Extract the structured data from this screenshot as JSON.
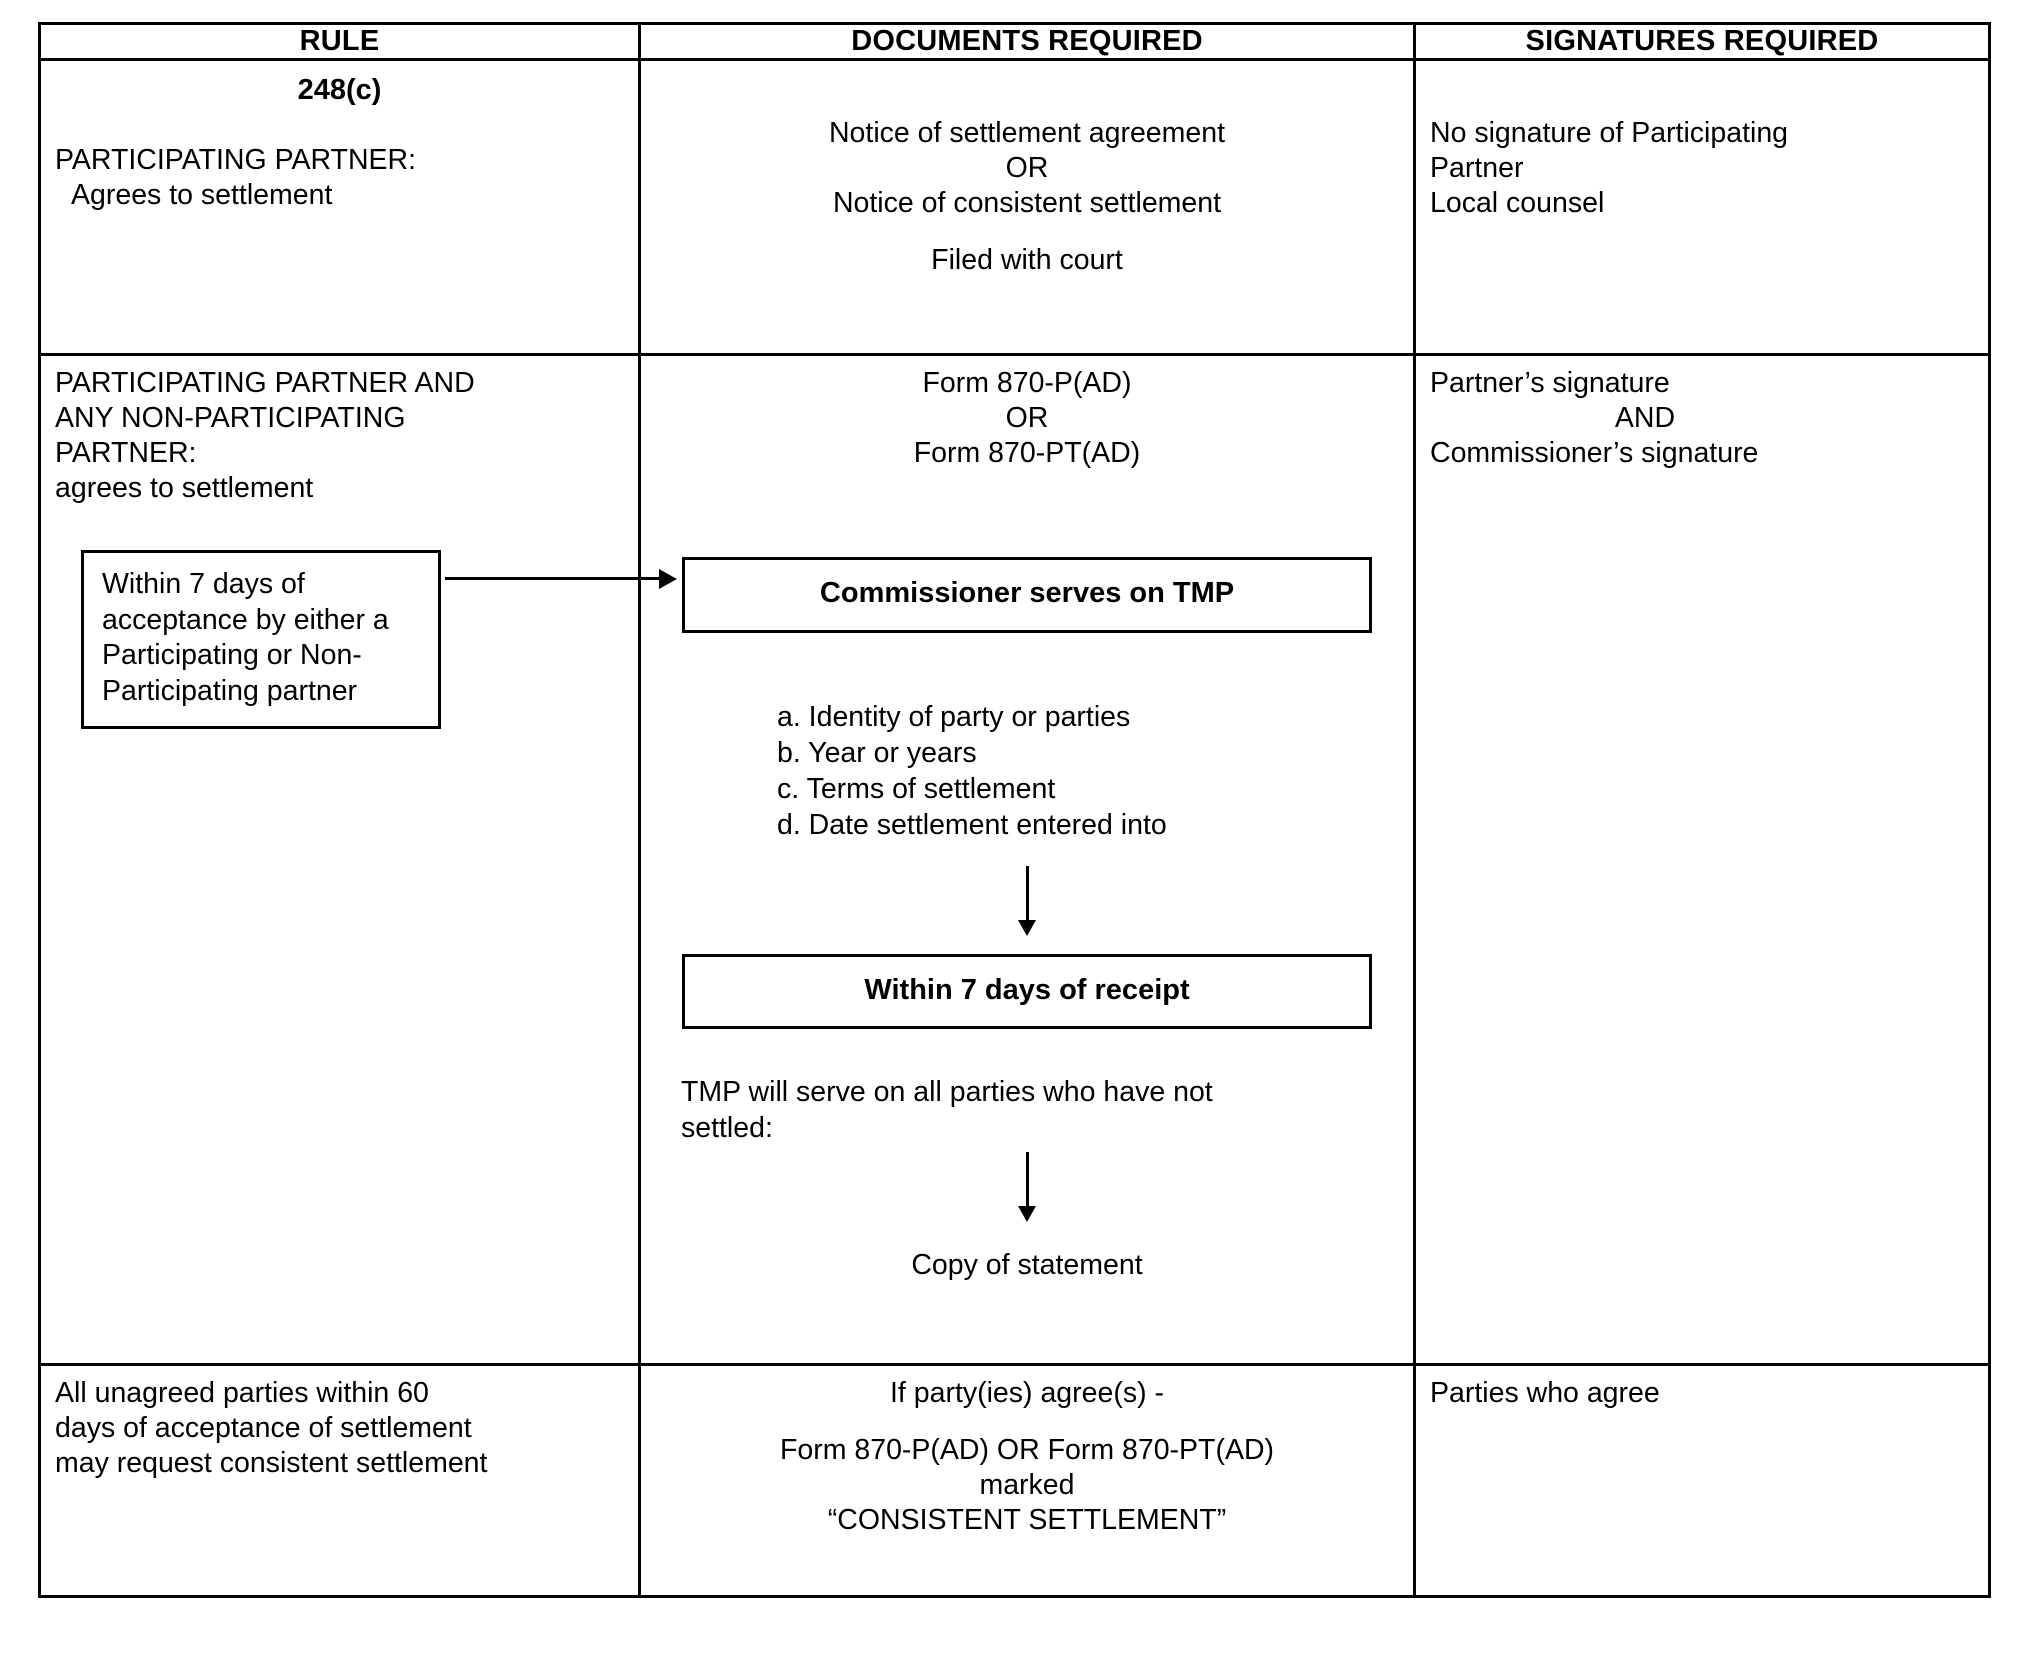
{
  "table": {
    "headers": {
      "rule": "RULE",
      "documents": "DOCUMENTS REQUIRED",
      "signatures": "SIGNATURES REQUIRED"
    },
    "rows": [
      {
        "rule": {
          "number": "248(c)",
          "line1": "PARTICIPATING PARTNER:",
          "line2": "Agrees to settlement"
        },
        "documents": {
          "line1": "Notice of settlement agreement",
          "line2": "OR",
          "line3": "Notice of consistent settlement",
          "line4": "Filed with court"
        },
        "signatures": {
          "line1": "No signature of Participating",
          "line2": "Partner",
          "line3": "Local counsel"
        }
      },
      {
        "rule": {
          "line1": "PARTICIPATING PARTNER AND",
          "line2": "ANY NON-PARTICIPATING",
          "line3": "PARTNER:",
          "line4": "agrees to settlement",
          "note_box": "Within 7 days of acceptance by either a Participating or Non-Participating partner"
        },
        "documents": {
          "line1": "Form 870-P(AD)",
          "line2": "OR",
          "line3": "Form 870-PT(AD)",
          "box1": "Commissioner serves on TMP",
          "list": [
            "a. Identity of party or parties",
            "b. Year or years",
            "c. Terms of settlement",
            "d. Date settlement entered into"
          ],
          "box2": "Within 7 days of receipt",
          "tmp_line1": "TMP will serve on all parties who have not",
          "tmp_line2": "settled:",
          "copy": "Copy of statement"
        },
        "signatures": {
          "line1": "Partner’s signature",
          "line2": "AND",
          "line3": "Commissioner’s signature"
        }
      },
      {
        "rule": {
          "line1": "All unagreed parties within 60",
          "line2": "days of acceptance of settlement",
          "line3": "may request consistent settlement"
        },
        "documents": {
          "line1": "If party(ies) agree(s) -",
          "line2": "Form 870-P(AD) OR Form 870-PT(AD)",
          "line3": "marked",
          "line4": "“CONSISTENT SETTLEMENT”"
        },
        "signatures": {
          "line1": "Parties who agree"
        }
      }
    ]
  }
}
